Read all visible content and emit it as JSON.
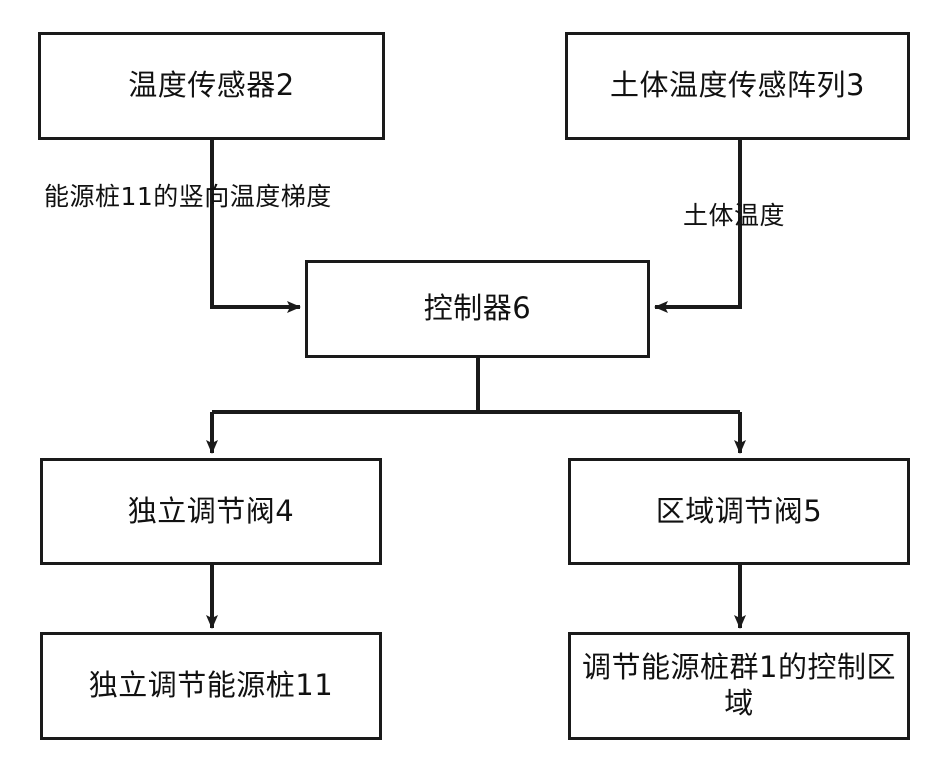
{
  "diagram": {
    "type": "flowchart",
    "title": "",
    "line_color": "#1a1a1a",
    "background_color": "#ffffff",
    "nodes": [
      {
        "id": "temp-sensor",
        "label": "温度传感器2"
      },
      {
        "id": "soil-array",
        "label": "土体温度传感阵列3"
      },
      {
        "id": "controller",
        "label": "控制器6"
      },
      {
        "id": "indep-valve",
        "label": "独立调节阀4"
      },
      {
        "id": "zone-valve",
        "label": "区域调节阀5"
      },
      {
        "id": "indep-pile",
        "label": "独立调节能源桩11"
      },
      {
        "id": "pile-group",
        "label": "调节能源桩群1的控制区域"
      }
    ],
    "edges": [
      {
        "from": "temp-sensor",
        "to": "controller",
        "label": "能源桩11的竖向温度梯度"
      },
      {
        "from": "soil-array",
        "to": "controller",
        "label": "土体温度"
      },
      {
        "from": "controller",
        "to": "indep-valve",
        "label": ""
      },
      {
        "from": "controller",
        "to": "zone-valve",
        "label": ""
      },
      {
        "from": "indep-valve",
        "to": "indep-pile",
        "label": ""
      },
      {
        "from": "zone-valve",
        "to": "pile-group",
        "label": ""
      }
    ]
  }
}
